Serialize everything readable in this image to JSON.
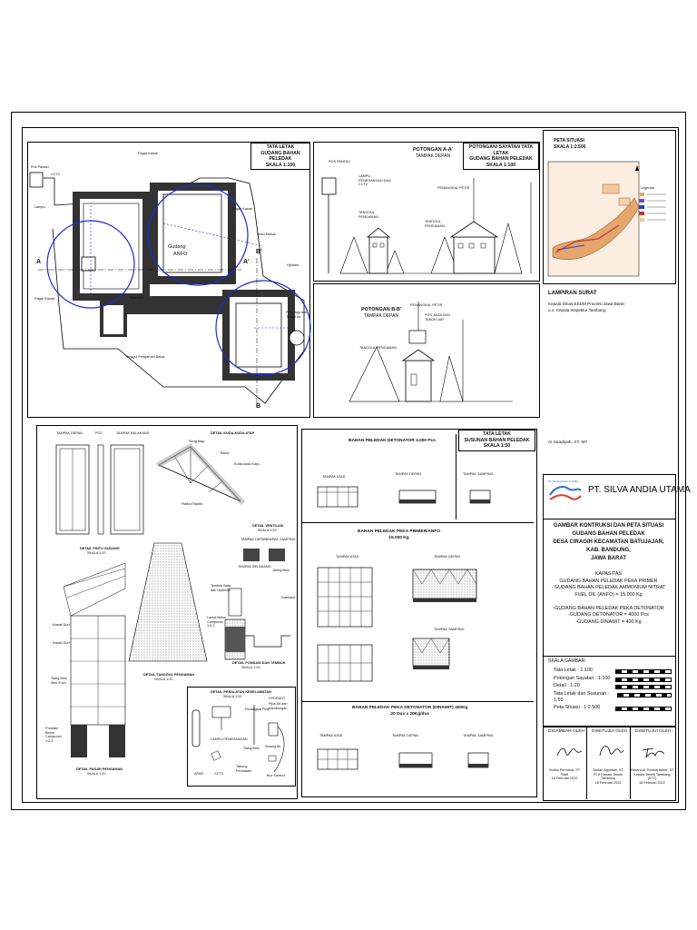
{
  "site_plan": {
    "title": [
      "TATA LETAK",
      "GUDANG BAHAN PELEDAK",
      "SKALA 1:100"
    ],
    "building_label": [
      "Gudang",
      "ANFO"
    ],
    "labels": {
      "pagar_kawat": "Pagar Kawat",
      "pos_pantau": "Pos Pantau",
      "cctv": "CCTV",
      "lampu": "Lampu",
      "drainase": "Drainase",
      "pintu_masuk": "Pintu Masuk",
      "hydrant": "Hydrant",
      "pos_jaga": "Pos Jaga dan Tangki Air",
      "tanggul": "Tanggul Pengaman Batas",
      "section_a": "A",
      "section_a2": "A'",
      "section_b": "B",
      "section_b2": "B'"
    }
  },
  "section_aa": {
    "title": "POTONGAN A-A'",
    "subtitle": "TAMPAK DEPAN",
    "title_box": [
      "POTONGAN/ SAYATAN TATA LETAK",
      "GUDANG BAHAN PELEDAK",
      "SKALA 1:100"
    ],
    "labels": {
      "pos_pantau": "POS PANTAU",
      "lampu": "LAMPU PENERANGAN DAN CCTV",
      "penangkal": "PENANGKAL PETIR",
      "tanggul1": "TANGGUL PENGAMAN",
      "tanggul2": "TANGGUL PENGAMAN"
    }
  },
  "section_bb": {
    "title": "POTONGAN B-B'",
    "subtitle": "TAMPAK DEPAN",
    "labels": {
      "penangkal": "PENANGKAL PETIR",
      "pos_jaga": "POS JAGA DAN TANGKI AIR",
      "tanggul": "TANGGUL PENGAMAN"
    }
  },
  "peta": {
    "title": [
      "PETA SITUASI",
      "SKALA 1:2.500"
    ],
    "legend_title": "Legenda"
  },
  "lampiran": {
    "title": "LAMPIRAN SURAT",
    "line1": "Kepala Dinas ESDM Provinsi Jawa Barat",
    "line2": "u.n. Kepala Inspektur Tambang",
    "signer": "Ai Saadiyah, ST. MT"
  },
  "company": {
    "logo_text": "PT SILVA ANDIA UTAMA",
    "name": "PT. SILVA ANDIA UTAMA"
  },
  "drawing_title": [
    "GAMBAR KONTRUKSI DAN PETA SITUASI",
    "GUDANG BAHAN PELEDAK",
    "DESA CIRAGIH KECAMATAN BATUJAJAR,",
    "KAB. BANDUNG,",
    "JAWA BARAT"
  ],
  "kapasitas": {
    "title": "KAPASITAS",
    "lines": [
      "GUDANG BAHAN PELEDAK PEKA PRIMER",
      "- GUDANG BAHAN PELEDAK AMMONIUM NITRAT",
      "FUEL OIL (ANFO) = 15.000 Kg",
      "",
      "-GUDANG BAHAN PELEDAK PEKA DETONATOR",
      "-GUDANG DETONATOR = 4000 Pcs",
      "-GUDANG DINAMIT = 400 Kg"
    ]
  },
  "skala": {
    "title": "SKALA GAMBAR:",
    "rows": [
      "Tata Letak : 1:100",
      "Potongan Sayatan : 1:100",
      "Detail : 1:20",
      "Tata Letak dan Susunan : 1:50",
      "Peta Situasi : 1:2.500"
    ]
  },
  "signatures": {
    "headers": [
      "DIGAMBAR OLEH :",
      "DISETUJUI OLEH :",
      "DISETUJUI OLEH :"
    ],
    "names": [
      "Yudha Permana, ST",
      "Taufan Agustian, ST",
      "Pahara Al Thoariq Akbar, ST"
    ],
    "roles": [
      "Staff",
      "PLH Kepala Teknik Tambang",
      "Kepala Teknik Tambang (KTT)"
    ],
    "dates": [
      "18 Februari 2022",
      "18 Februari 2022",
      "18 Februari 2022"
    ]
  },
  "details": {
    "pintu": {
      "title": "DETAIL PINTU GUDANG",
      "scale": "SKALA 1:20",
      "labels": [
        "TAMPAK DEPAN",
        "POT.",
        "TAMPAK BELAKANG"
      ]
    },
    "kuda": {
      "title": "DETAIL KUDA-KUDA ATAP",
      "labels": [
        "Seng Atap",
        "Balok",
        "Kuda-kuda Kayu",
        "Plafon/Triplek"
      ]
    },
    "ventilasi": {
      "title": "DETAIL VENTILASI",
      "scale": "SKALA 1:20",
      "labels": [
        "TAMPAK DEPAN",
        "TAMPAK SAMPING",
        "TAMPAK BELAKANG",
        "Jaring Besi"
      ]
    },
    "tanggul": {
      "title": "DETAIL TANGGUL PENGAMAN",
      "scale": "SKALA 1:20"
    },
    "pagar": {
      "title": "DETAIL PAGAR PENGAMAN",
      "scale": "SKALA 1:20",
      "labels": [
        "Kawat Duri",
        "Kawat Duri",
        "Tiang Besi Siku 5 cm",
        "Pondasi Beton Campuran 1:2:3"
      ]
    },
    "pondasi": {
      "title": "DETAIL PONDASI DAN TEMBOK",
      "scale": "SKALA 1:20",
      "labels": [
        "Tembok Bata dan Diplester",
        "Lantai Beton Campuran 1:2:3",
        "Drainase"
      ]
    },
    "keselamatan": {
      "title": "DETAIL PERALATAN KESELAMATAN",
      "scale": "SKALA 1:20",
      "labels": [
        "HYDRANT",
        "APAR",
        "LAMPU PENERANGAN",
        "CCTV",
        "Penangkal Petir",
        "Tiang Besi",
        "Selang Air",
        "Box Kontrol",
        "Pipa Air dan Sambungan",
        "Tabung Pemadam"
      ]
    }
  },
  "susunan": {
    "title_box": [
      "TATA LETAK",
      "SUSUNAN BAHAN PELEDAK",
      "SKALA 1:50"
    ],
    "sections": [
      {
        "title": [
          "BAHAN PELEDAK DETONATOR 4.000 Pcs"
        ],
        "views": [
          "TAMPAK ATAS",
          "TAMPAK DEPAN",
          "TAMPAK SAMPING"
        ]
      },
      {
        "title": [
          "BAHAN PELEDAK PEKA PRIMER/ANFO",
          "15.000 Kg"
        ],
        "views": [
          "TAMPAK ATAS",
          "TAMPAK DEPAN",
          "TAMPAK SAMPING"
        ]
      },
      {
        "title": [
          "BAHAN PELEDAK PEKA DETONATOR (DINAMIT) 400Kg",
          "20 Dus x 20Kg/dus"
        ],
        "views": [
          "TAMPAK ATAS",
          "TAMPAK DEPAN",
          "TAMPAK SAMPING"
        ]
      }
    ]
  }
}
